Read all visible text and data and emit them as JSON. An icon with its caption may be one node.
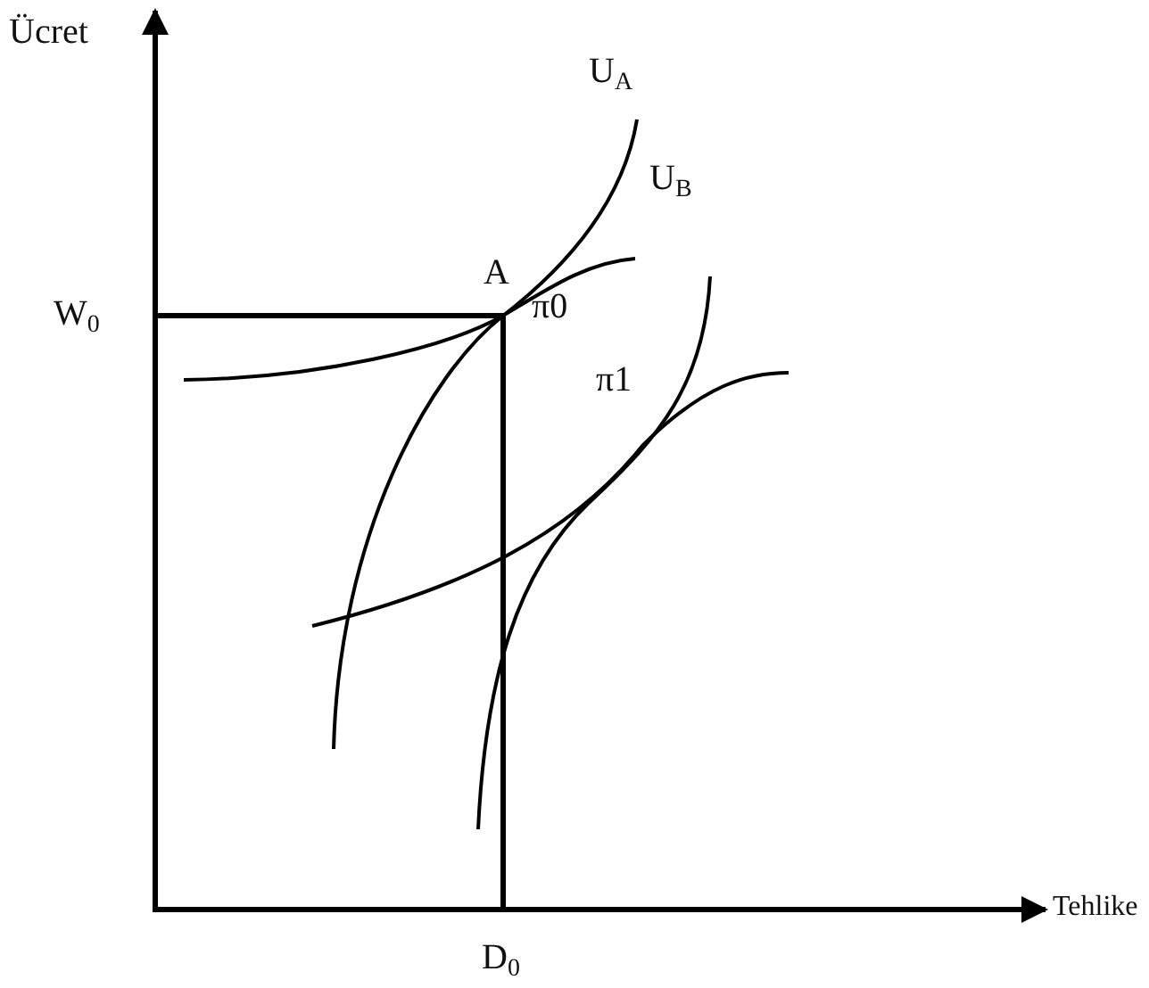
{
  "diagram": {
    "labels": [
      "Ücret",
      "U$_{A}$",
      "U$_{B}$",
      "A",
      "W$_{0}$",
      "π0",
      "π1",
      "Tehlike",
      "D$_{0}$"
    ]
  }
}
